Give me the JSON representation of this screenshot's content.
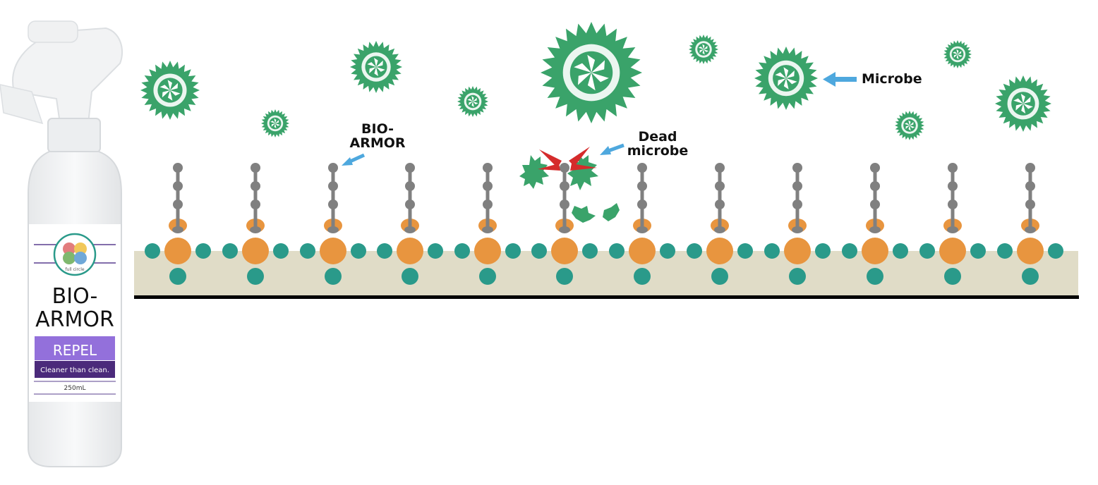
{
  "bottle": {
    "logo_text": "full circle",
    "brand_line1": "BIO-",
    "brand_line2": "ARMOR",
    "product": "REPEL",
    "tagline": "Cleaner than clean.",
    "volume": "250mL"
  },
  "annotations": {
    "bioarmor_line1": "BIO-",
    "bioarmor_line2": "ARMOR",
    "dead_line1": "Dead",
    "dead_line2": "microbe",
    "microbe": "Microbe"
  },
  "colors": {
    "microbe": "#3aa36a",
    "molecule_orange": "#e8953f",
    "molecule_teal": "#2a9a8a",
    "chain_gray": "#808080",
    "surface": "#e0dcc7",
    "arrow": "#4ea8de",
    "burst_red": "#d52b2b",
    "label_purple": "#9370db",
    "label_dark_purple": "#4b2a7b"
  }
}
